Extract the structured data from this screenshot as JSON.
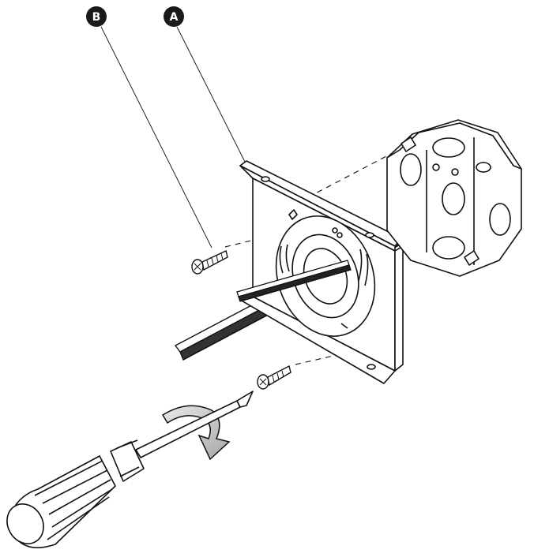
{
  "callouts": [
    {
      "id": "B",
      "label": "B",
      "color": "#1a1a1a"
    },
    {
      "id": "A",
      "label": "A",
      "color": "#1a1a1a"
    }
  ],
  "parts": [
    {
      "id": "screw-b",
      "icon": "machine-screw-icon"
    },
    {
      "id": "mounting-bracket",
      "icon": "mounting-bracket-icon"
    },
    {
      "id": "octagon-box",
      "icon": "octagon-junction-box-icon"
    },
    {
      "id": "screw-bottom",
      "icon": "machine-screw-icon"
    },
    {
      "id": "screwdriver",
      "icon": "screwdriver-icon"
    },
    {
      "id": "rotation-arrow",
      "icon": "rotate-clockwise-arrow-icon"
    }
  ]
}
